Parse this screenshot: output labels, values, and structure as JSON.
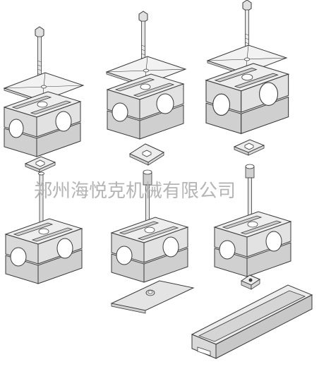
{
  "watermark": {
    "text": "郑州海悦克机械有限公司"
  },
  "colors": {
    "line": "#3a3a3a",
    "body": "#d9d9d9",
    "body_dark": "#bdbdbd",
    "top_face": "#eeeeee",
    "bore": "#ffffff",
    "plate": "#e4e4e4"
  },
  "groups": [
    {
      "name": "single-clamp-with-cover-plate-and-long-bolt",
      "row": 1,
      "col": 1
    },
    {
      "name": "double-clamp-with-cover-plate-and-long-bolt",
      "row": 1,
      "col": 2
    },
    {
      "name": "heavy-clamp-with-cover-plate-and-long-bolt",
      "row": 1,
      "col": 3
    },
    {
      "name": "clamp-with-weld-nut-and-bolt",
      "row": 2,
      "col": 1
    },
    {
      "name": "clamp-with-socket-screw-and-weld-plate",
      "row": 2,
      "col": 2
    },
    {
      "name": "clamp-with-rail-nut-and-mounting-rail",
      "row": 2,
      "col": 3
    }
  ]
}
